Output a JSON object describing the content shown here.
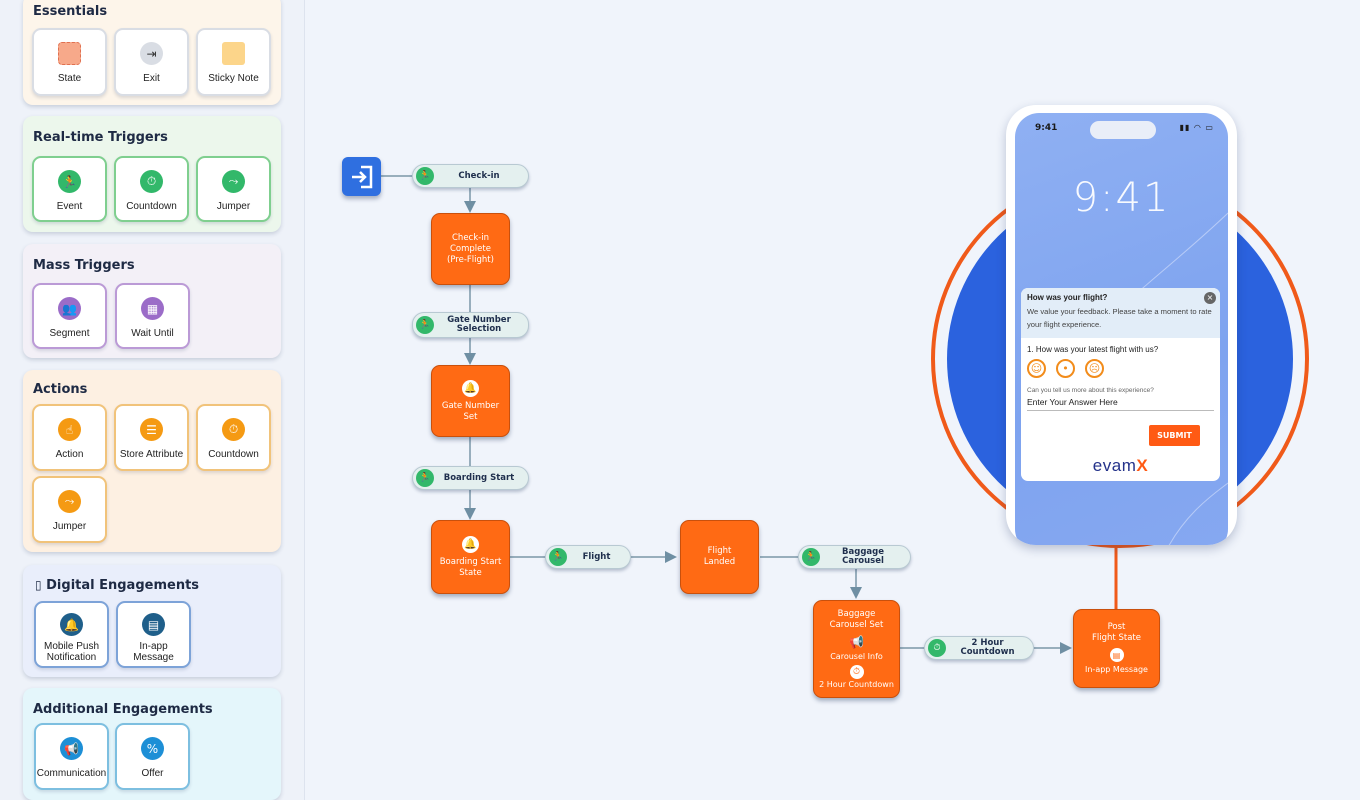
{
  "sidebar": {
    "essentials": {
      "title": "Essentials",
      "items": [
        "State",
        "Exit",
        "Sticky Note"
      ]
    },
    "realtime": {
      "title": "Real-time Triggers",
      "items": [
        "Event",
        "Countdown",
        "Jumper"
      ]
    },
    "mass": {
      "title": "Mass Triggers",
      "items": [
        "Segment",
        "Wait Until"
      ]
    },
    "actions": {
      "title": "Actions",
      "items": [
        "Action",
        "Store Attribute",
        "Countdown",
        "Jumper"
      ]
    },
    "digital": {
      "title": "Digital Engagements",
      "items": [
        "Mobile Push\nNotification",
        "In-app\nMessage"
      ]
    },
    "additional": {
      "title": "Additional Engagements",
      "items": [
        "Communication",
        "Offer"
      ]
    }
  },
  "flow": {
    "pills": {
      "checkin": "Check-in",
      "gate": "Gate Number\nSelection",
      "boarding": "Boarding Start",
      "flight": "Flight",
      "baggage": "Baggage Carousel",
      "countdown": "2 Hour Countdown"
    },
    "states": {
      "checkin_complete": "Check-in\nComplete\n(Pre-Flight)",
      "gate_set": "Gate Number\nSet",
      "boarding_state": "Boarding Start\nState",
      "flight_landed": "Flight\nLanded",
      "baggage_set": "Baggage\nCarousel Set",
      "carousel_info": "Carousel Info",
      "two_hour": "2 Hour Countdown",
      "post_flight": "Post\nFlight State",
      "inapp": "In-app Message"
    }
  },
  "phone": {
    "status_time": "9:41",
    "lock_time": "9:41",
    "survey": {
      "title": "How was your flight?",
      "intro": "We value your feedback. Please take a moment to rate your flight experience.",
      "question1": "1. How was your latest flight with us?",
      "question2": "Can you tell us more about this experience?",
      "answer_placeholder": "Enter Your Answer Here",
      "submit": "SUBMIT",
      "brand": "evam",
      "brand_x": "X"
    }
  },
  "colors": {
    "state": "#ff6a14",
    "entry": "#2f6fe0",
    "trigger": "#32b86a",
    "ring": "#f05a1a"
  }
}
